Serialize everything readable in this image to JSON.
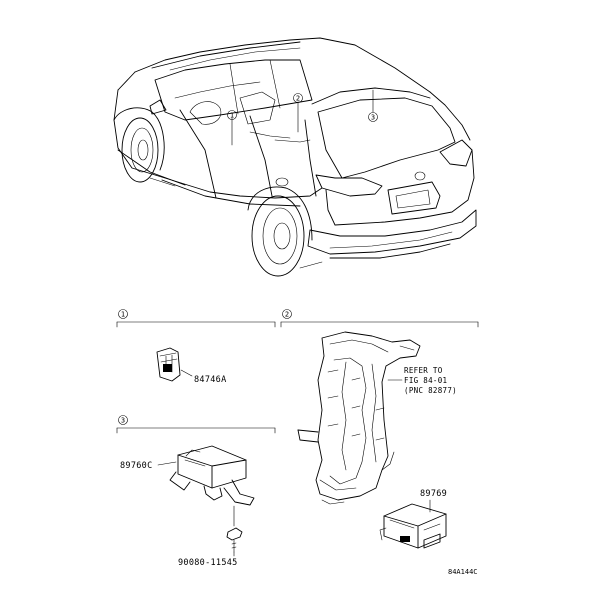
{
  "callouts": {
    "c1": "1",
    "c2": "2",
    "c3": "3"
  },
  "sections": {
    "s1": {
      "number": "1"
    },
    "s2": {
      "number": "2"
    },
    "s3": {
      "number": "3"
    }
  },
  "parts": {
    "p84746a": "84746A",
    "p89760c": "89760C",
    "p90080": "90080-11545",
    "p89769": "89769"
  },
  "reference": {
    "line1": "REFER TO",
    "line2": "FIG 84-01",
    "line3": "(PNC 82877)"
  },
  "diagram_code": "84A144C"
}
